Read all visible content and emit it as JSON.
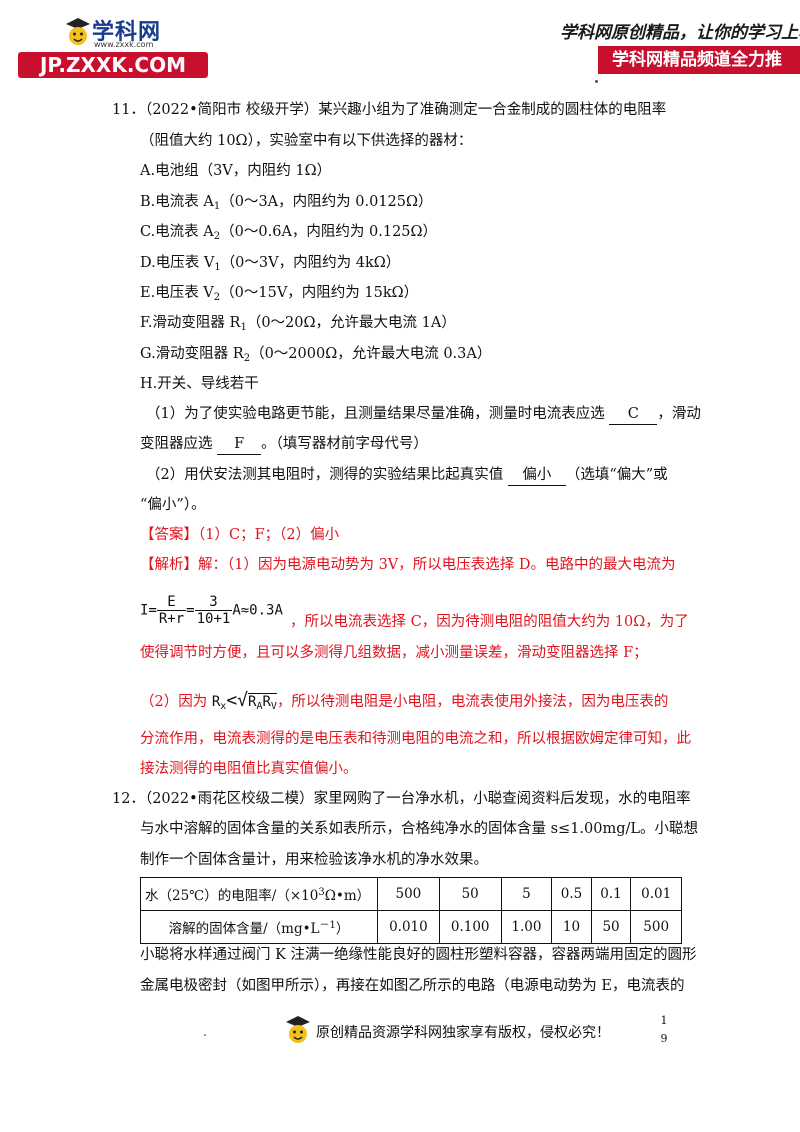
{
  "header": {
    "logo_title": "学科网",
    "logo_small_url": "www.zxxk.com",
    "logo_url": "JP.ZXXK.COM",
    "slogan": "学科网原创精品，让你的学习上表",
    "slogan_bar": "学科网精品频道全力推"
  },
  "q11": {
    "stem_line1": "11．（2022•简阳市 校级开学）某兴趣小组为了准确测定一合金制成的圆柱体的电阻率",
    "stem_line2": "（阻值大约 10Ω），实验室中有以下供选择的器材：",
    "options": {
      "a": "A.电池组（3V，内阻约 1Ω）",
      "b_pre": "B.电流表 A",
      "b_sub": "1",
      "b_post": "（0～3A，内阻约为 0.0125Ω）",
      "c_pre": "C.电流表 A",
      "c_sub": "2",
      "c_post": "（0～0.6A，内阻约为 0.125Ω）",
      "d_pre": "D.电压表 V",
      "d_sub": "1",
      "d_post": "（0～3V，内阻约为 4kΩ）",
      "e_pre": "E.电压表 V",
      "e_sub": "2",
      "e_post": "（0～15V，内阻约为 15kΩ）",
      "f_pre": "F.滑动变阻器 R",
      "f_sub": "1",
      "f_post": "（0～20Ω，允许最大电流 1A）",
      "g_pre": "G.滑动变阻器 R",
      "g_sub": "2",
      "g_post": "（0～2000Ω，允许最大电流 0.3A）",
      "h": "H.开关、导线若干"
    },
    "p1_a": "（1）为了使实验电路更节能，且测量结果尽量准确，测量时电流表应选",
    "p1_blank1": "C",
    "p1_b": "，滑动",
    "p1_c": "变阻器应选",
    "p1_blank2": "F",
    "p1_d": "。（填写器材前字母代号）",
    "p2_a": "（2）用伏安法测其电阻时，测得的实验结果比起真实值",
    "p2_blank": "偏小",
    "p2_b": "（选填“偏大”或",
    "p2_c": "“偏小”）。",
    "answer": "【答案】（1）C；F；（2）偏小",
    "analysis_label": "【解析】",
    "analysis1": "解：（1）因为电源电动势为 3V，所以电压表选择 D。电路中的最大电流为",
    "formula": {
      "i": "I",
      "eq": "=",
      "num1": "E",
      "den1": "R+r",
      "num2": "3",
      "den2": "10+1",
      "result": "A≈0.3A"
    },
    "analysis2": "，所以电流表选择 C，因为待测电阻的阻值大约为 10Ω，为了",
    "analysis3": "使得调节时方便，且可以多测得几组数据，减小测量误差，滑动变阻器选择 F；",
    "analysis4_pre": "（2）因为",
    "ineq": {
      "rx": "R",
      "rx_sub": "x",
      "lt": "<",
      "ra": "R",
      "ra_sub": "A",
      "rv": "R",
      "rv_sub": "V"
    },
    "analysis4_post": "，所以待测电阻是小电阻，电流表使用外接法，因为电压表的",
    "analysis5": "分流作用，电流表测得的是电压表和待测电阻的电流之和，所以根据欧姆定律可知，此",
    "analysis6": "接法测得的电阻值比真实值偏小。"
  },
  "q12": {
    "stem_line1": "12．（2022•雨花区校级二模）家里网购了一台净水机，小聪查阅资料后发现，水的电阻率",
    "stem_line2": "与水中溶解的固体含量的关系如表所示，合格纯净水的固体含量 s≤1.00mg/L。小聪想",
    "stem_line3": "制作一个固体含量计，用来检验该净水机的净水效果。",
    "table": {
      "row1_head_pre": "水（25℃）的电阻率/（×10",
      "row1_head_sup": "3",
      "row1_head_post": "Ω•m）",
      "row1": [
        "500",
        "50",
        "5",
        "0.5",
        "0.1",
        "0.01"
      ],
      "row2_head_pre": "溶解的固体含量/（mg•L",
      "row2_head_sup": "－1",
      "row2_head_post": "）",
      "row2": [
        "0.010",
        "0.100",
        "1.00",
        "10",
        "50",
        "500"
      ]
    },
    "after1": "小聪将水样通过阀门 K 注满一绝缘性能良好的圆柱形塑料容器，容器两端用固定的圆形",
    "after2": "金属电极密封（如图甲所示），再接在如图乙所示的电路（电源电动势为 E，电流表的"
  },
  "footer": {
    "text": "原创精品资源学科网独家享有版权，侵权必究！",
    "page_current": "1",
    "page_total": "9"
  }
}
